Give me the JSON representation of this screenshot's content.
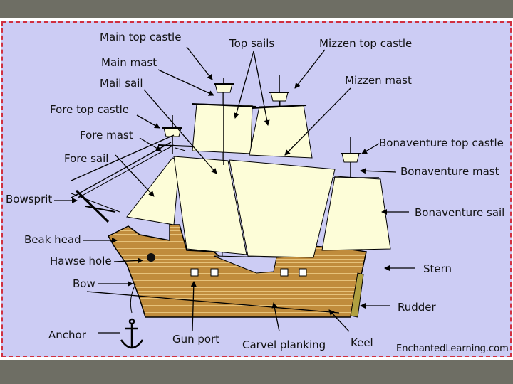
{
  "labels": {
    "main_top_castle": "Main top castle",
    "top_sails": "Top sails",
    "mizzen_top_castle": "Mizzen top castle",
    "main_mast": "Main mast",
    "mizzen_mast": "Mizzen mast",
    "mail_sail": "Mail sail",
    "fore_top_castle": "Fore top castle",
    "fore_mast": "Fore mast",
    "fore_sail": "Fore sail",
    "bonaventure_top_castle": "Bonaventure top castle",
    "bonaventure_mast": "Bonaventure mast",
    "bowsprit": "Bowsprit",
    "bonaventure_sail": "Bonaventure sail",
    "beak_head": "Beak head",
    "hawse_hole": "Hawse hole",
    "stern": "Stern",
    "bow": "Bow",
    "rudder": "Rudder",
    "anchor": "Anchor",
    "gun_port": "Gun port",
    "carvel_planking": "Carvel planking",
    "keel": "Keel"
  },
  "credit": "EnchantedLearning.com",
  "colors": {
    "background": "#ccccf4",
    "border": "#d03040",
    "sail": "#fdfdd8",
    "hull": "#c08c3c",
    "plank_line": "#e6c27a",
    "outline": "#000000",
    "rudder": "#b0a040"
  }
}
